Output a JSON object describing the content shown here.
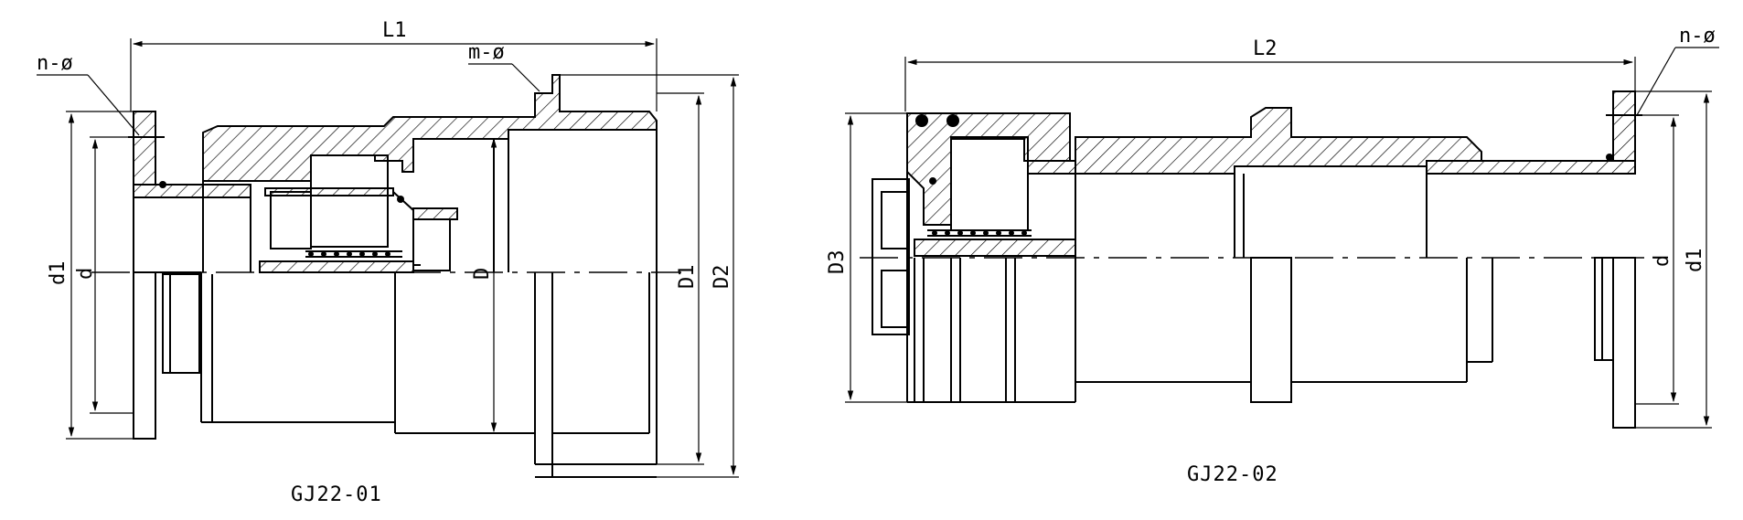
{
  "left_drawing": {
    "caption": "GJ22-01",
    "labels": {
      "L1": "L1",
      "m_phi": "m-ø",
      "n_phi": "n-ø",
      "d1": "d1",
      "d": "d",
      "D": "D",
      "D1": "D1",
      "D2": "D2"
    }
  },
  "right_drawing": {
    "caption": "GJ22-02",
    "labels": {
      "L2": "L2",
      "n_phi": "n-ø",
      "D3": "D3",
      "d": "d",
      "d1": "d1"
    }
  }
}
